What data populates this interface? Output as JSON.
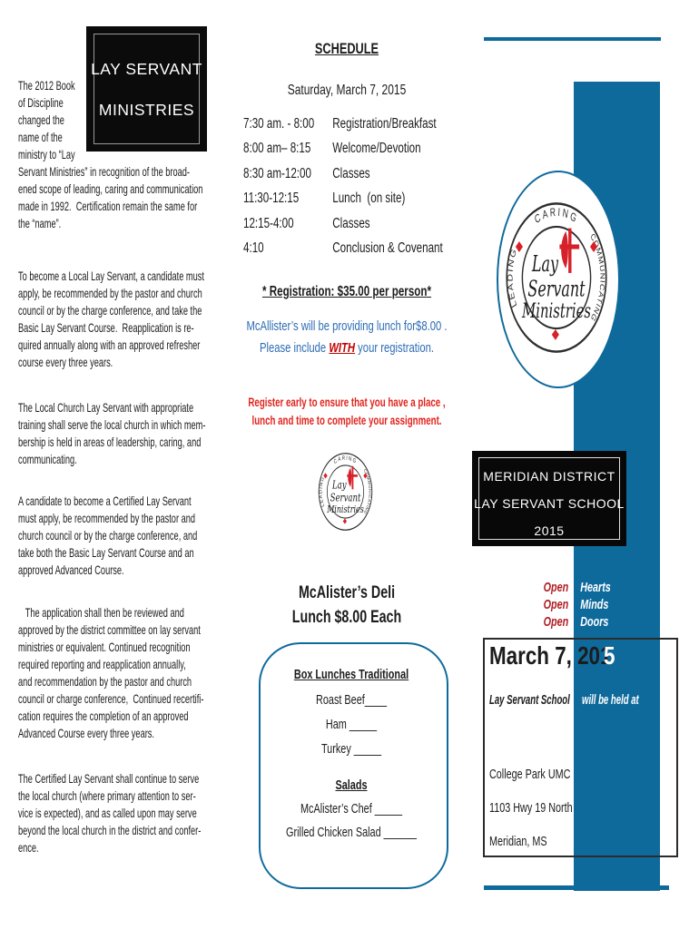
{
  "colors": {
    "bar_blue": "#0f6a9c",
    "text_blue": "#2c6cb5",
    "bright_red": "#e2231d",
    "dark_red": "#c00000",
    "open_red": "#b01e23"
  },
  "left_column": {
    "banner_line1": "LAY SERVANT",
    "banner_line2": "MINISTRIES",
    "paragraph1_lines": [
      "The 2012 Book",
      "of Discipline",
      "changed the",
      "name of the",
      "ministry to “Lay",
      "Servant Ministries” in recognition of the broad-",
      "ened scope of leading, caring and communication",
      "made in 1992.  Certification remain the same for",
      "the “name”."
    ],
    "paragraph2_lines": [
      "To become a Local Lay Servant, a candidate must",
      "apply, be recommended by the pastor and church",
      "council or by the charge conference, and take the",
      "Basic Lay Servant Course.  Reapplication is re-",
      "quired annually along with an approved refresher",
      "course every three years."
    ],
    "paragraph3_lines": [
      "The Local Church Lay Servant with appropriate",
      "training shall serve the local church in which mem-",
      "bership is held in areas of leadership, caring, and",
      "communicating."
    ],
    "paragraph4_lines": [
      "A candidate to become a Certified Lay Servant",
      "must apply, be recommended by the pastor and",
      "church council or by the charge conference, and",
      "take both the Basic Lay Servant Course and an",
      "approved Advanced Course."
    ],
    "paragraph5_lines": [
      "   The application shall then be reviewed and",
      "approved by the district committee on lay servant",
      "ministries or equivalent. Continued recognition",
      "required reporting and reapplication annually,",
      "and recommendation by the pastor and church",
      "council or charge conference,  Continued recertifi-",
      "cation requires the completion of an approved",
      "Advanced Course every three years."
    ],
    "paragraph6_lines": [
      "The Certified Lay Servant shall continue to serve",
      "the local church (where primary attention to ser-",
      "vice is expected), and as called upon may serve",
      "beyond the local church in the district and confer-",
      "ence."
    ]
  },
  "schedule": {
    "title": "SCHEDULE",
    "date": "Saturday, March 7, 2015",
    "rows": [
      {
        "time": "7:30 am. - 8:00",
        "activity": "Registration/Breakfast"
      },
      {
        "time": "8:00 am– 8:15",
        "activity": "Welcome/Devotion"
      },
      {
        "time": "8:30 am-12:00",
        "activity": "Classes"
      },
      {
        "time": "11:30-12:15",
        "activity": "Lunch  (on site)"
      },
      {
        "time": "12:15-4:00",
        "activity": "Classes"
      },
      {
        "time": "4:10",
        "activity": "Conclusion & Covenant"
      }
    ]
  },
  "registration": {
    "fee_line": "* Registration: $35.00 per person*",
    "lunch_line": "McAllister’s will be providing lunch for$8.00 .",
    "include_prefix": "Please include ",
    "include_emphasis": "WITH",
    "include_suffix": " your registration.",
    "early_lines": [
      "Register early to ensure that you have a place ,",
      "lunch and time to complete your assignment."
    ]
  },
  "deli": {
    "title_lines": [
      "McAlister’s Deli",
      "Lunch $8.00 Each"
    ],
    "box_heading": "Box Lunches Traditional",
    "box_items": [
      "Roast Beef____",
      "Ham _____",
      "Turkey _____"
    ],
    "salads_heading": "Salads",
    "salad_items": [
      "McAlister’s Chef _____",
      "Grilled Chicken Salad ______"
    ]
  },
  "seal": {
    "arc_top": "CARING",
    "arc_right": "COMMUNICATING",
    "arc_left": "LEADING",
    "center_line1": "Lay",
    "center_line2": "Servant",
    "center_line3": "Ministries"
  },
  "right_column": {
    "school_box_lines": [
      "MERIDIAN DISTRICT",
      "LAY SERVANT SCHOOL",
      "2015"
    ],
    "open_rows": [
      {
        "open": "Open",
        "word": "Hearts"
      },
      {
        "open": "Open",
        "word": "Minds"
      },
      {
        "open": "Open",
        "word": "Doors"
      }
    ],
    "date_black": "March 7, 201",
    "date_white": "5",
    "held_black": "Lay Servant School",
    "held_white": "will be held at",
    "address_lines": [
      "College Park UMC",
      "1103 Hwy 19 North",
      "Meridian, MS"
    ]
  }
}
